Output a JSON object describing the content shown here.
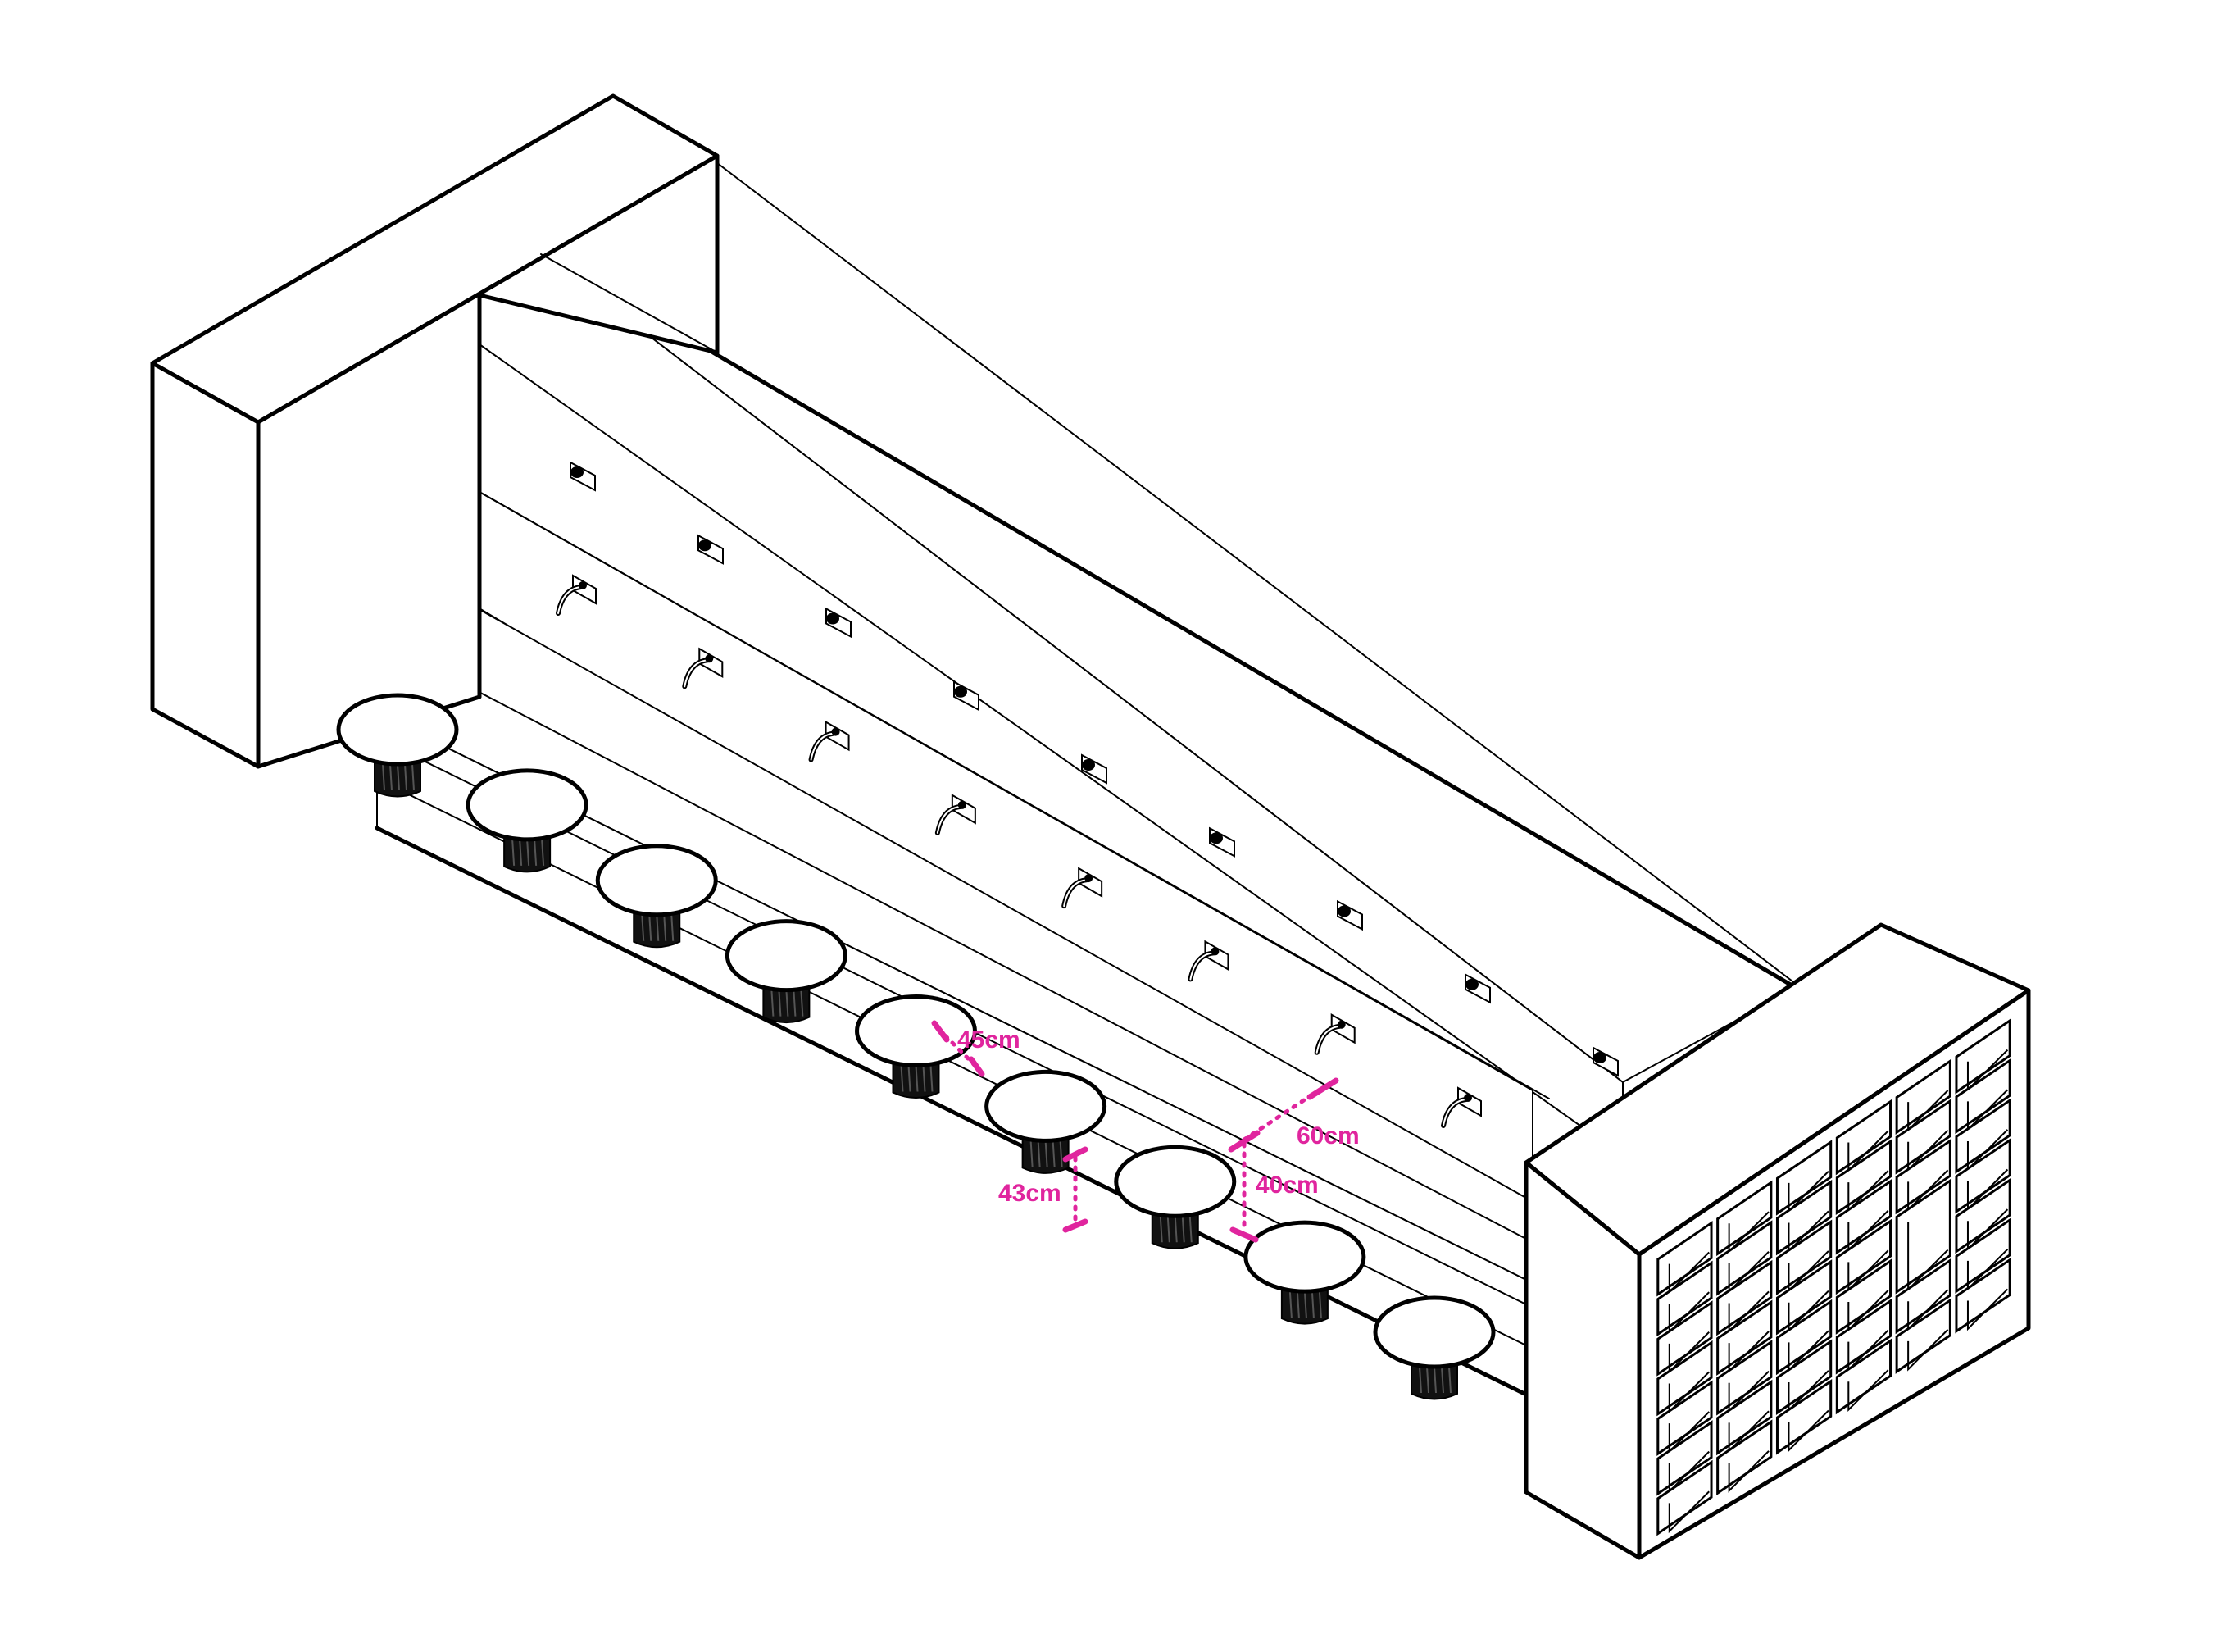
{
  "colors": {
    "line": "#000000",
    "fill": "#ffffff",
    "stool_base": "#111111",
    "dimension": "#e0259e"
  },
  "dimensions": {
    "stool_gap": "45cm",
    "basin_depth": "60cm",
    "stool_height": "43cm",
    "bench_height": "40cm"
  },
  "counts": {
    "stools": 9,
    "faucets": 8,
    "soap_dispensers": 9
  }
}
